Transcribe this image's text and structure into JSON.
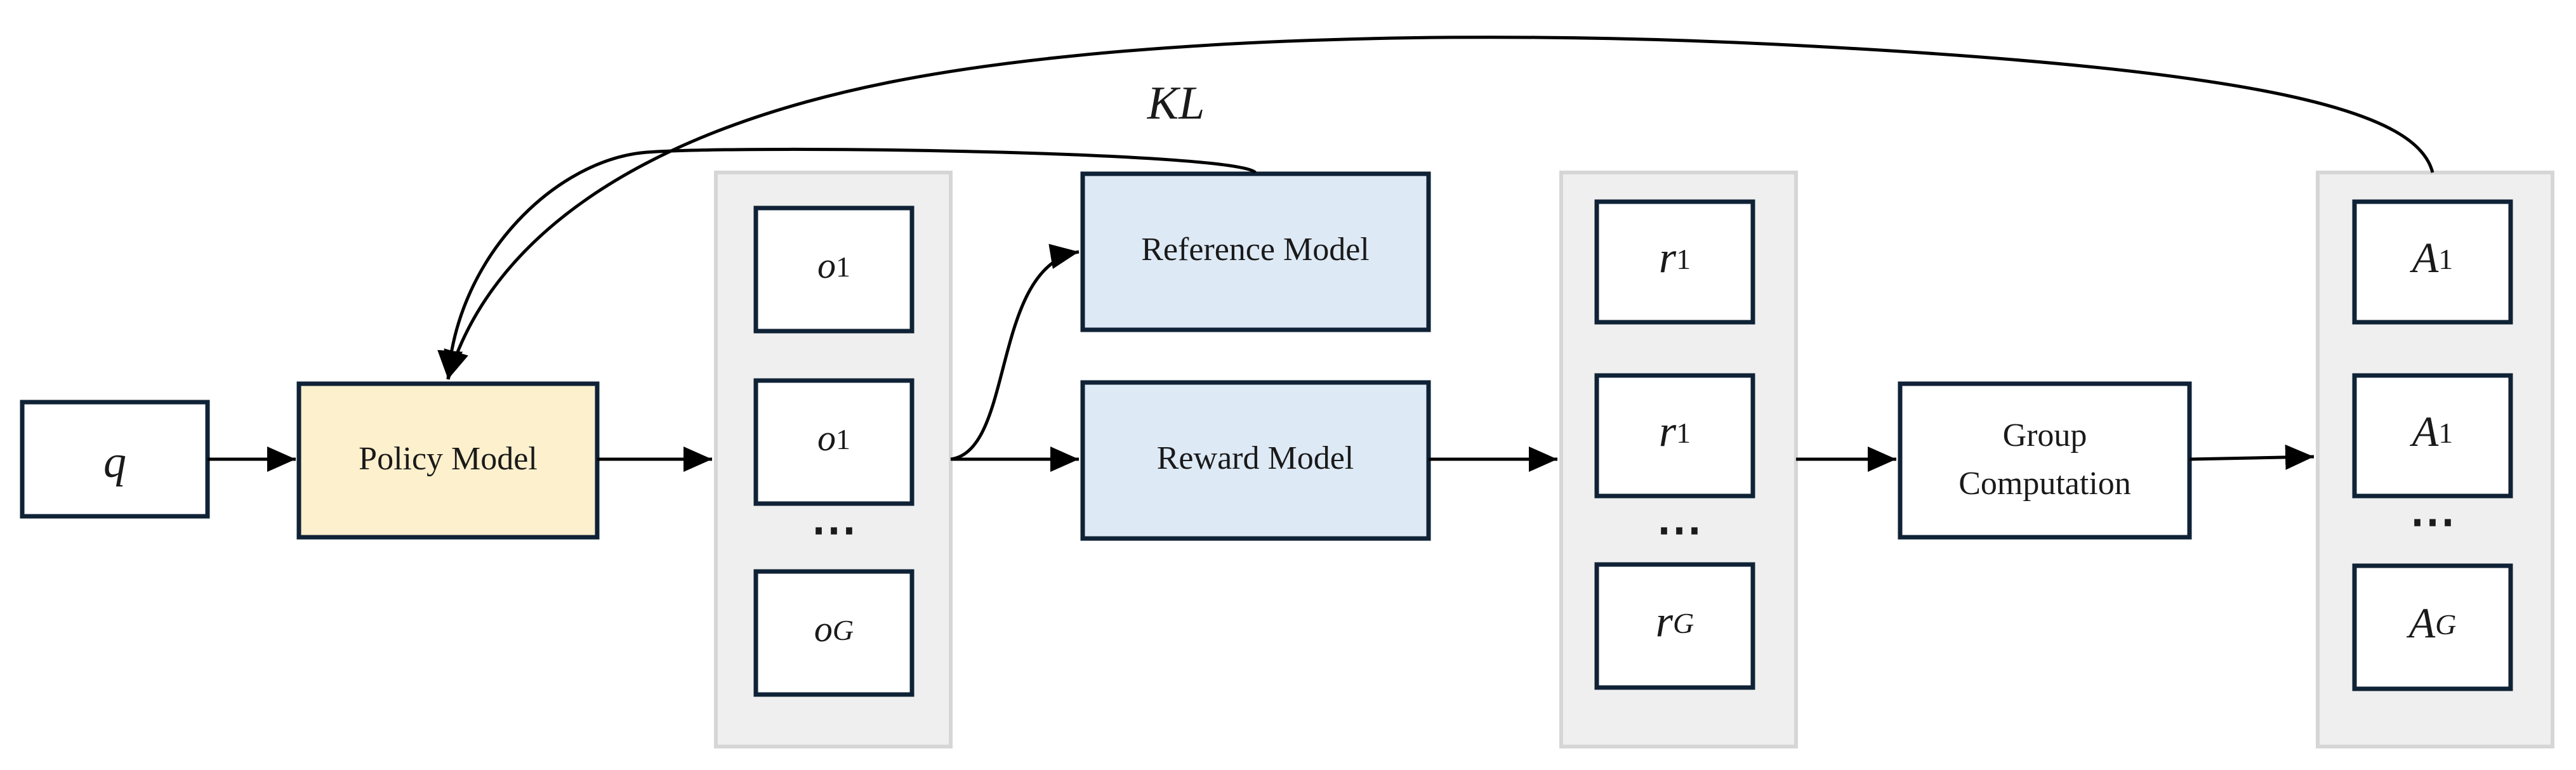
{
  "nodes": {
    "q": {
      "label": "q"
    },
    "policy_model": {
      "label": "Policy Model",
      "fill": "#fdf0cc"
    },
    "reference_model": {
      "label": "Reference Model",
      "fill": "#dde9f5"
    },
    "reward_model": {
      "label": "Reward Model",
      "fill": "#dde9f5"
    },
    "group_computation": {
      "label_line1": "Group",
      "label_line2": "Computation"
    }
  },
  "outputs_group": {
    "items": [
      {
        "main": "o",
        "sub": "1"
      },
      {
        "main": "o",
        "sub": "1"
      },
      {
        "main": "o",
        "sub": "G"
      }
    ],
    "ellipsis": "⋯"
  },
  "rewards_group": {
    "items": [
      {
        "main": "r",
        "sub": "1"
      },
      {
        "main": "r",
        "sub": "1"
      },
      {
        "main": "r",
        "sub": "G"
      }
    ],
    "ellipsis": "⋯"
  },
  "advantages_group": {
    "items": [
      {
        "main": "A",
        "sub": "1"
      },
      {
        "main": "A",
        "sub": "1"
      },
      {
        "main": "A",
        "sub": "G"
      }
    ],
    "ellipsis": "⋯"
  },
  "edge_labels": {
    "kl": "KL"
  },
  "colors": {
    "box_stroke": "#0f2236",
    "group_panel_fill": "#efefef",
    "group_panel_stroke": "#d6d6d6",
    "arrow": "#000000"
  }
}
